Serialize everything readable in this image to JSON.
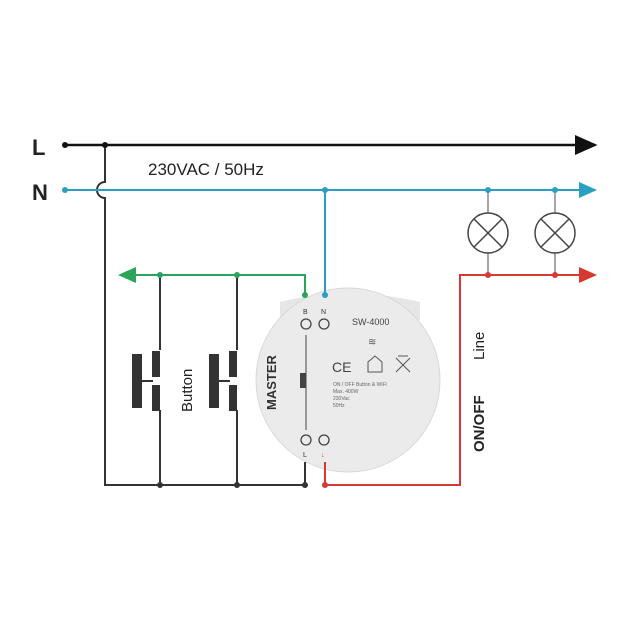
{
  "labels": {
    "line_l": "L",
    "line_n": "N",
    "supply": "230VAC / 50Hz",
    "button": "Button",
    "on_off": "ON/OFF",
    "line": "Line"
  },
  "module": {
    "brand": "MASTER",
    "model": "SW-4000",
    "ce": "CE",
    "terminal_b": "B",
    "terminal_n": "N",
    "terminal_l": "L",
    "terminal_out": "↓",
    "spec_lines": [
      "ON / OFF Button & WiFi",
      "Max. 400W",
      "230Vac",
      "50Hz"
    ]
  },
  "colors": {
    "live": "#111111",
    "neutral": "#2b9fc0",
    "button": "#2aa45a",
    "output": "#d6392f"
  }
}
